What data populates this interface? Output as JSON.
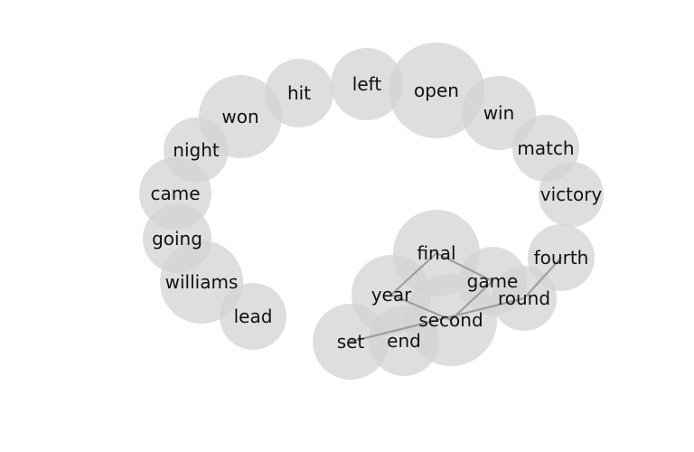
{
  "colors": {
    "background": "#ffffff",
    "bubble": "#d3d3d3",
    "edge": "#9e9e9e",
    "text": "#111111"
  },
  "nodes": [
    {
      "id": "won",
      "label": "won"
    },
    {
      "id": "hit",
      "label": "hit"
    },
    {
      "id": "left",
      "label": "left"
    },
    {
      "id": "open",
      "label": "open"
    },
    {
      "id": "win",
      "label": "win"
    },
    {
      "id": "match",
      "label": "match"
    },
    {
      "id": "victory",
      "label": "victory"
    },
    {
      "id": "night",
      "label": "night"
    },
    {
      "id": "came",
      "label": "came"
    },
    {
      "id": "going",
      "label": "going"
    },
    {
      "id": "williams",
      "label": "williams"
    },
    {
      "id": "lead",
      "label": "lead"
    },
    {
      "id": "fourth",
      "label": "fourth"
    },
    {
      "id": "final",
      "label": "final"
    },
    {
      "id": "game",
      "label": "game"
    },
    {
      "id": "round",
      "label": "round"
    },
    {
      "id": "year",
      "label": "year"
    },
    {
      "id": "second",
      "label": "second"
    },
    {
      "id": "end",
      "label": "end"
    },
    {
      "id": "set",
      "label": "set"
    }
  ],
  "edges": [
    [
      "final",
      "year"
    ],
    [
      "final",
      "game"
    ],
    [
      "year",
      "second"
    ],
    [
      "game",
      "second"
    ],
    [
      "set",
      "round"
    ],
    [
      "round",
      "fourth"
    ]
  ]
}
